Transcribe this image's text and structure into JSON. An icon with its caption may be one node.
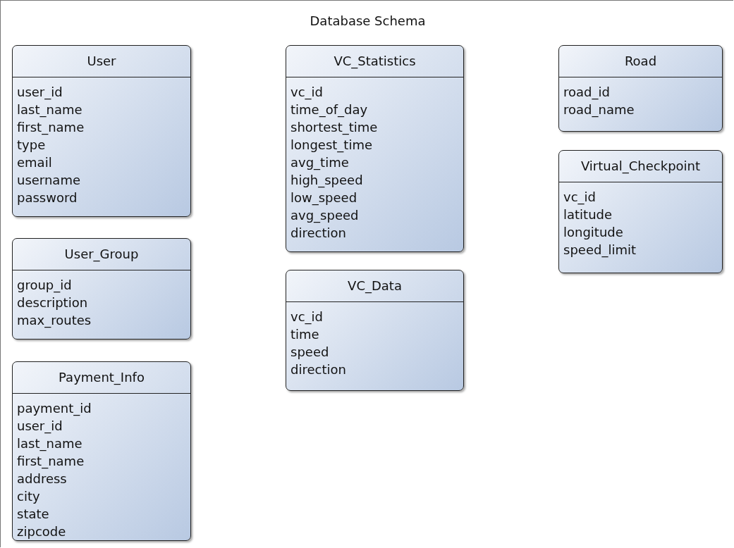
{
  "diagram": {
    "title": "Database Schema",
    "nodes": [
      {
        "text": [
          "User",
          "user_id",
          "last_name",
          "first_name",
          "type",
          "email",
          "username",
          "password"
        ]
      },
      {
        "text": [
          "User_Group",
          "group_id",
          "description",
          "max_routes"
        ]
      },
      {
        "text": [
          "Payment_Info",
          "payment_id",
          "user_id",
          "last_name",
          "first_name",
          "address",
          "city",
          "state",
          "zipcode"
        ]
      },
      {
        "text": [
          "VC_Statistics",
          "vc_id",
          "time_of_day",
          "shortest_time",
          "longest_time",
          "avg_time",
          "high_speed",
          "low_speed",
          "avg_speed",
          "direction"
        ]
      },
      {
        "text": [
          "VC_Data",
          "vc_id",
          "time",
          "speed",
          "direction"
        ]
      },
      {
        "text": [
          "Road",
          "road_id",
          "road_name"
        ]
      },
      {
        "text": [
          "Virtual_Checkpoint",
          "vc_id",
          "latitude",
          "longitude",
          "speed_limit"
        ]
      }
    ],
    "edges": []
  }
}
